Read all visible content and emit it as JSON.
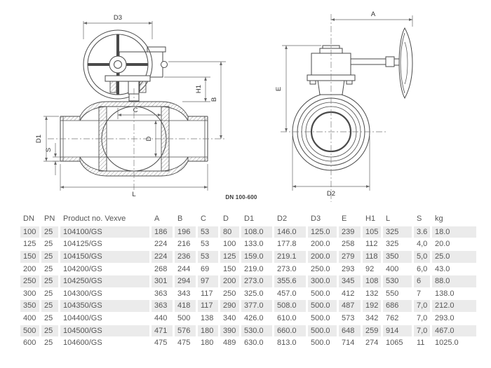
{
  "caption": "DN 100-600",
  "drawings": {
    "side_view": {
      "dims": {
        "D3": "D3",
        "H1": "H1",
        "B": "B",
        "C": "C",
        "D": "D",
        "D1": "D1",
        "S": "S",
        "L": "L"
      }
    },
    "front_view": {
      "dims": {
        "A": "A",
        "E": "E",
        "D2": "D2"
      }
    }
  },
  "table": {
    "headers": [
      "DN",
      "PN",
      "Product no. Vexve",
      "A",
      "B",
      "C",
      "D",
      "D1",
      "D2",
      "D3",
      "E",
      "H1",
      "L",
      "S",
      "kg"
    ],
    "rows": [
      [
        "100",
        "25",
        "104100/GS",
        "186",
        "196",
        "53",
        "80",
        "108.0",
        "146.0",
        "125.0",
        "239",
        "105",
        "325",
        "3.6",
        "18.0"
      ],
      [
        "125",
        "25",
        "104125/GS",
        "224",
        "216",
        "53",
        "100",
        "133.0",
        "177.8",
        "200.0",
        "258",
        "112",
        "325",
        "4,0",
        "20.0"
      ],
      [
        "150",
        "25",
        "104150/GS",
        "224",
        "236",
        "53",
        "125",
        "159.0",
        "219.1",
        "200.0",
        "279",
        "118",
        "350",
        "5,0",
        "25.0"
      ],
      [
        "200",
        "25",
        "104200/GS",
        "268",
        "244",
        "69",
        "150",
        "219.0",
        "273.0",
        "250.0",
        "293",
        "92",
        "400",
        "6,0",
        "43.0"
      ],
      [
        "250",
        "25",
        "104250/GS",
        "301",
        "294",
        "97",
        "200",
        "273.0",
        "355.6",
        "300.0",
        "345",
        "108",
        "530",
        "6",
        "88.0"
      ],
      [
        "300",
        "25",
        "104300/GS",
        "363",
        "343",
        "117",
        "250",
        "325.0",
        "457.0",
        "500.0",
        "412",
        "132",
        "550",
        "7",
        "138.0"
      ],
      [
        "350",
        "25",
        "104350/GS",
        "363",
        "418",
        "117",
        "290",
        "377.0",
        "508.0",
        "500.0",
        "487",
        "192",
        "686",
        "7,0",
        "212.0"
      ],
      [
        "400",
        "25",
        "104400/GS",
        "440",
        "500",
        "138",
        "340",
        "426.0",
        "610.0",
        "500.0",
        "573",
        "342",
        "762",
        "7,0",
        "293.0"
      ],
      [
        "500",
        "25",
        "104500/GS",
        "471",
        "576",
        "180",
        "390",
        "530.0",
        "660.0",
        "500.0",
        "648",
        "259",
        "914",
        "7,0",
        "467.0"
      ],
      [
        "600",
        "25",
        "104600/GS",
        "475",
        "475",
        "180",
        "489",
        "630.0",
        "813.0",
        "500.0",
        "714",
        "274",
        "1065",
        "11",
        "1025.0"
      ]
    ]
  },
  "colors": {
    "row_alt_bg": "#ebebeb",
    "table_text": "#565656",
    "line": "#4a4a4a",
    "dim": "#666666"
  }
}
